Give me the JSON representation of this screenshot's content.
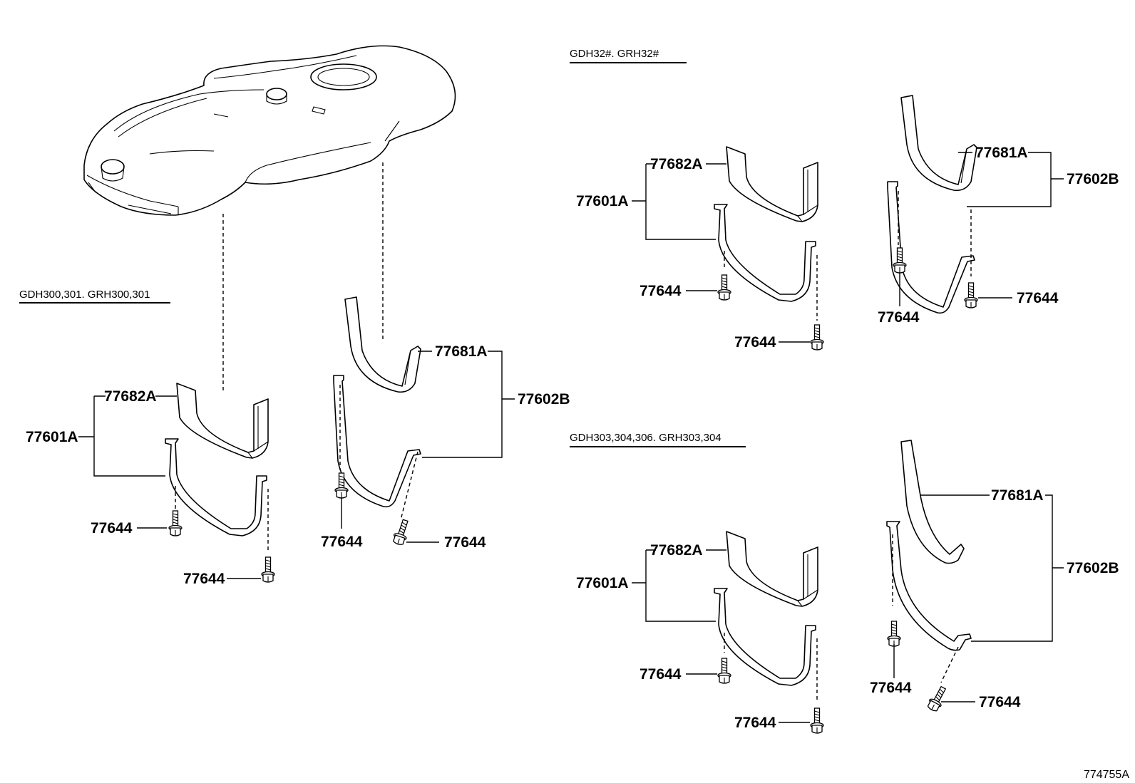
{
  "variants": {
    "left": "GDH300,301. GRH300,301",
    "top_right": "GDH32#. GRH32#",
    "bottom_right": "GDH303,304,306. GRH303,304"
  },
  "parts": {
    "band_assy_front": "77601A",
    "band_sub_front": "77682A",
    "band_assy_rear": "77602B",
    "band_sub_rear": "77681A",
    "bolt": "77644"
  },
  "illustration_id": "774755A"
}
